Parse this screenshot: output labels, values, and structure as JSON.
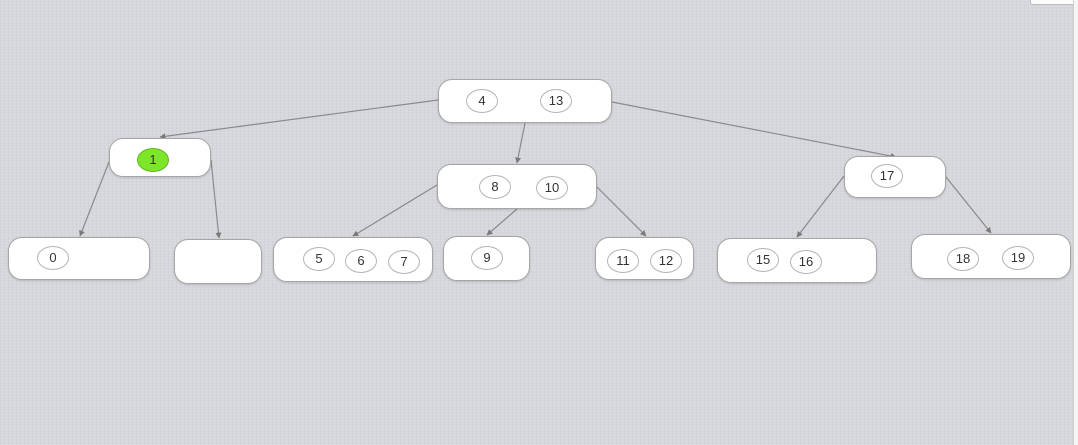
{
  "colors": {
    "highlight_fill": "#7ee62a",
    "edge": "#8a8a8a",
    "node_border": "#a6a6a6",
    "background": "#d6d7dc"
  },
  "tree": {
    "nodes": [
      {
        "id": "root",
        "keys": [
          "4",
          "13"
        ]
      },
      {
        "id": "n1",
        "keys": [
          "1"
        ],
        "highlight": "1"
      },
      {
        "id": "n8_10",
        "keys": [
          "8",
          "10"
        ]
      },
      {
        "id": "n17",
        "keys": [
          "17"
        ]
      },
      {
        "id": "n0",
        "keys": [
          "0"
        ]
      },
      {
        "id": "nempty",
        "keys": []
      },
      {
        "id": "n567",
        "keys": [
          "5",
          "6",
          "7"
        ]
      },
      {
        "id": "n9",
        "keys": [
          "9"
        ]
      },
      {
        "id": "n11_12",
        "keys": [
          "11",
          "12"
        ]
      },
      {
        "id": "n15_16",
        "keys": [
          "15",
          "16"
        ]
      },
      {
        "id": "n18_19",
        "keys": [
          "18",
          "19"
        ]
      }
    ],
    "edges": [
      [
        "root",
        "n1"
      ],
      [
        "root",
        "n8_10"
      ],
      [
        "root",
        "n17"
      ],
      [
        "n1",
        "n0"
      ],
      [
        "n1",
        "nempty"
      ],
      [
        "n8_10",
        "n567"
      ],
      [
        "n8_10",
        "n9"
      ],
      [
        "n8_10",
        "n11_12"
      ],
      [
        "n17",
        "n15_16"
      ],
      [
        "n17",
        "n18_19"
      ]
    ]
  }
}
